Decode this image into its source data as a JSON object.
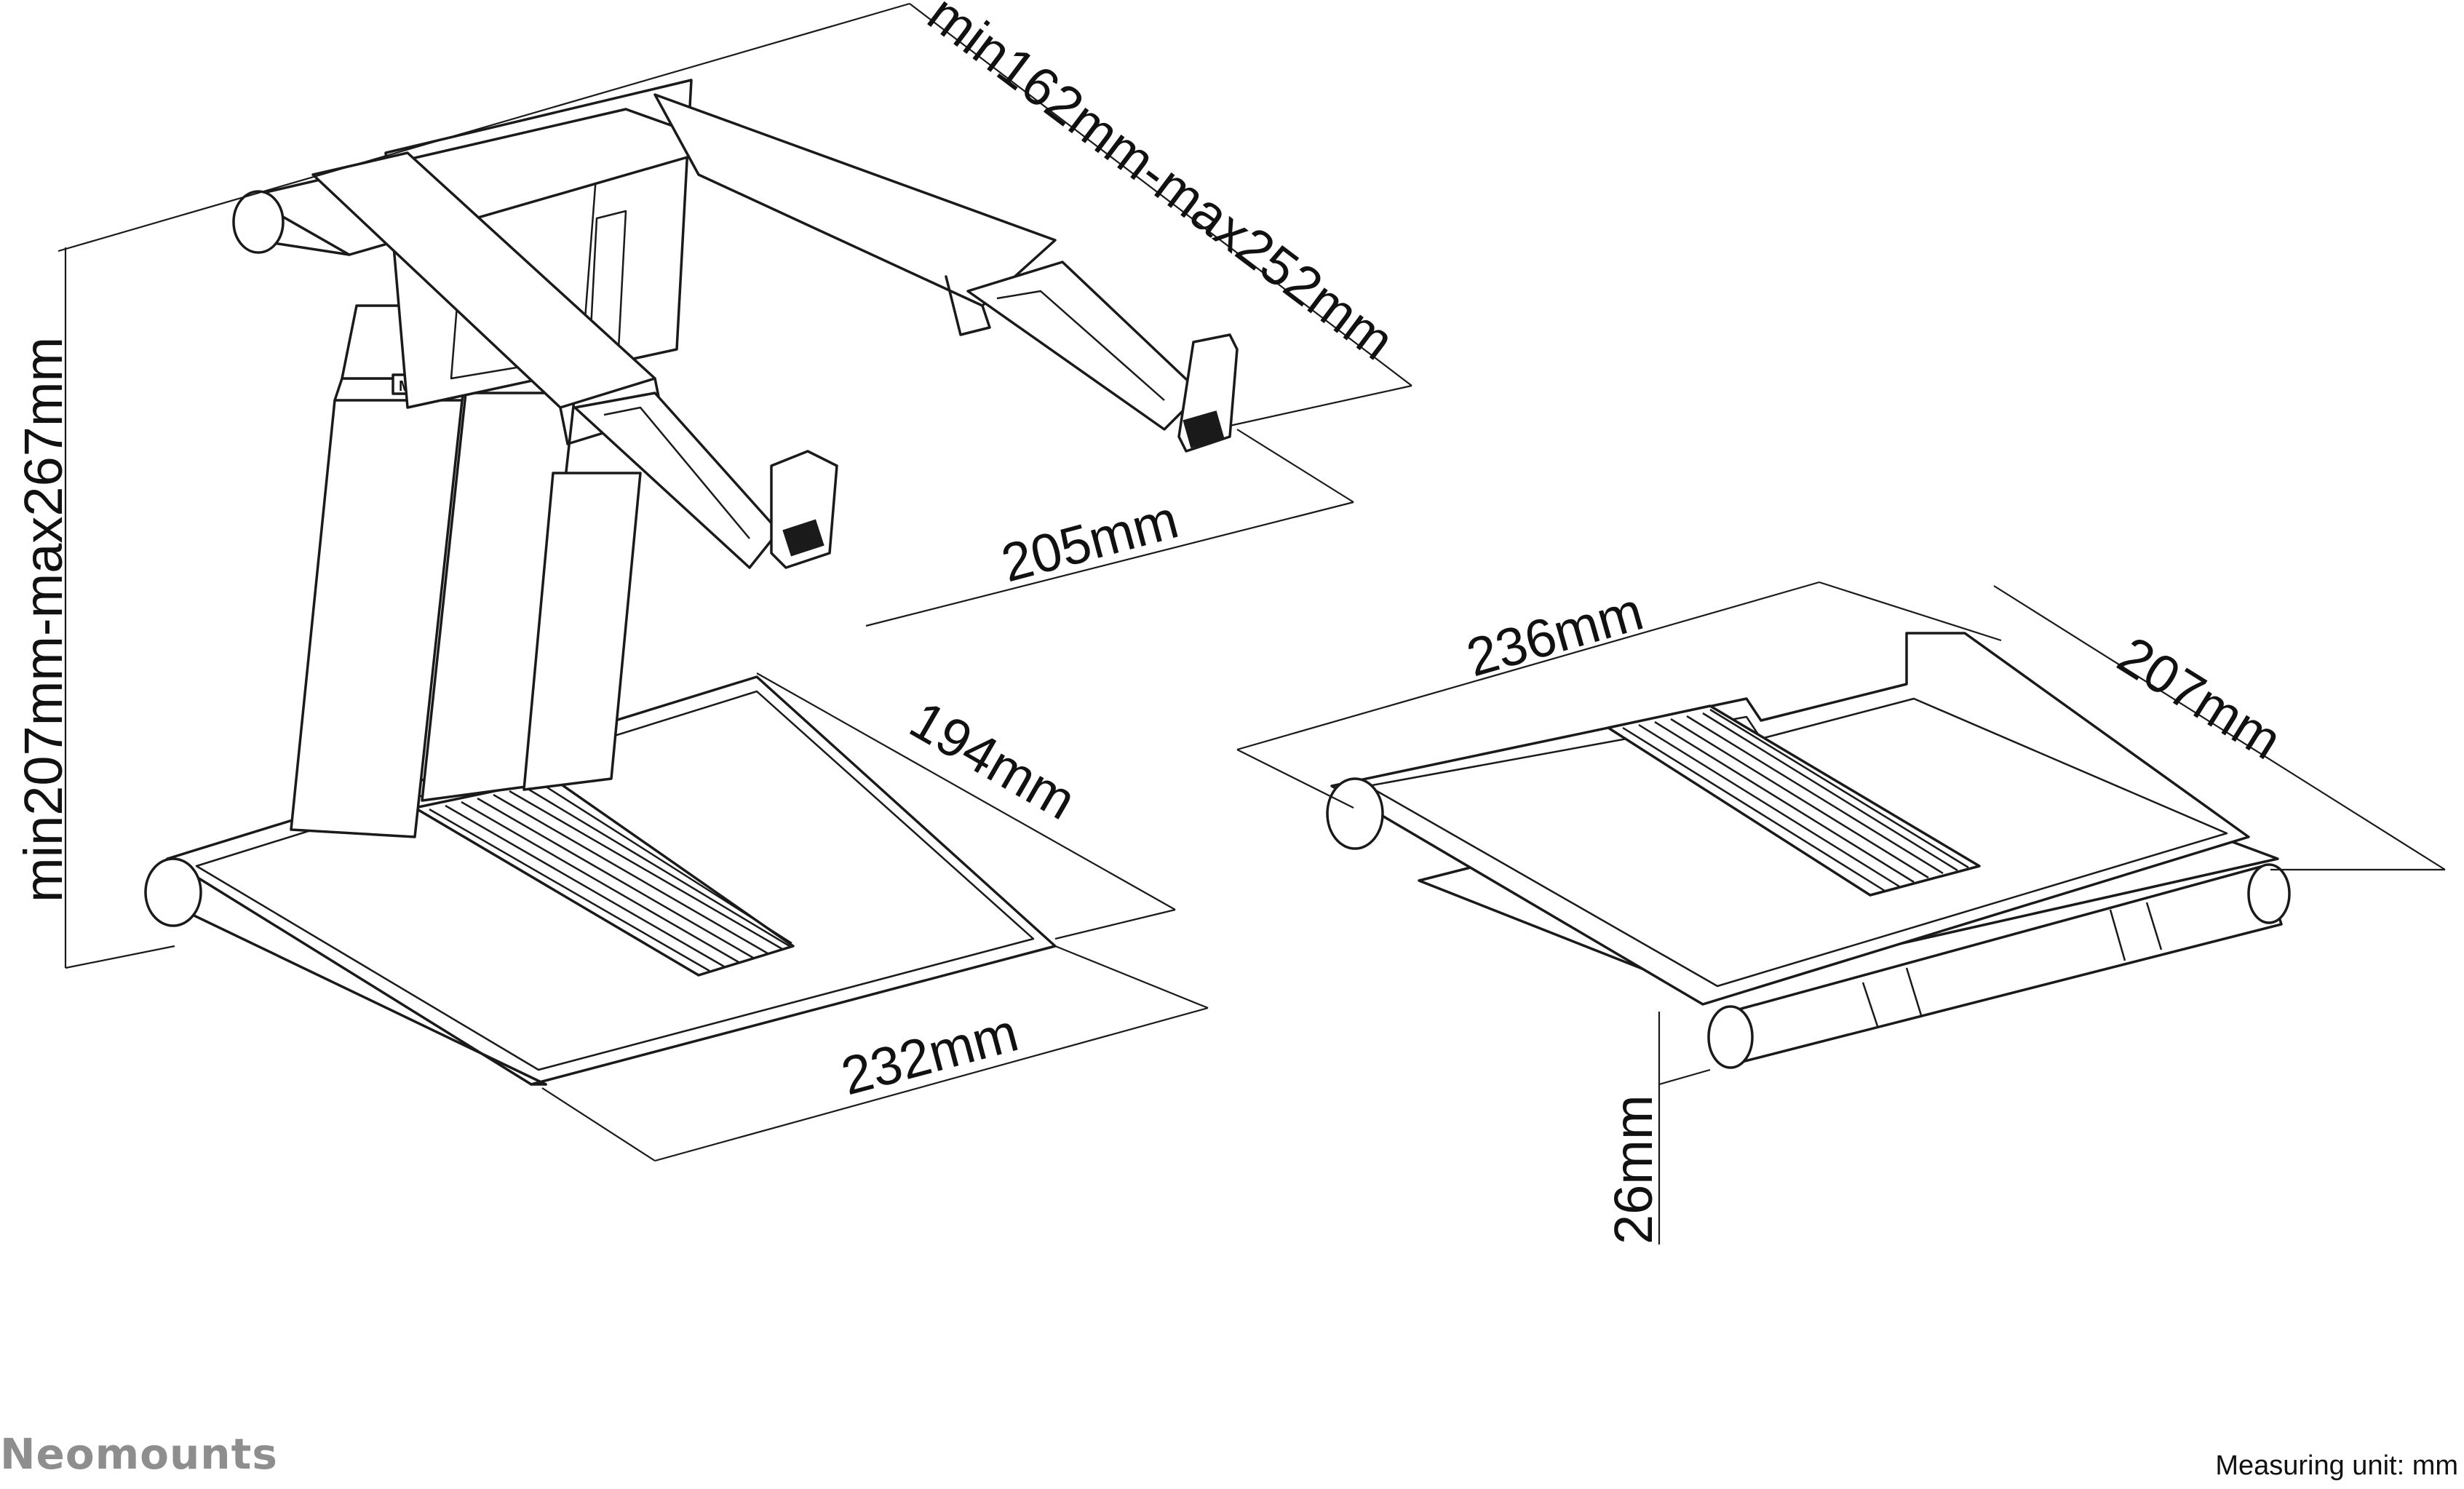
{
  "dimensions": {
    "arm_span": "min162mm-max252mm",
    "arm_depth": "205mm",
    "height": "min207mm-max267mm",
    "base_depth": "194mm",
    "base_width": "232mm",
    "folded_width": "236mm",
    "folded_depth": "207mm",
    "folded_height": "26mm"
  },
  "labels": {
    "max_mark": "MAX"
  },
  "footer": {
    "brand": "Neomounts",
    "measuring_unit": "Measuring unit: mm"
  },
  "colors": {
    "line": "#1a1a1a",
    "brand": "#8e8e8e",
    "background": "#ffffff"
  }
}
